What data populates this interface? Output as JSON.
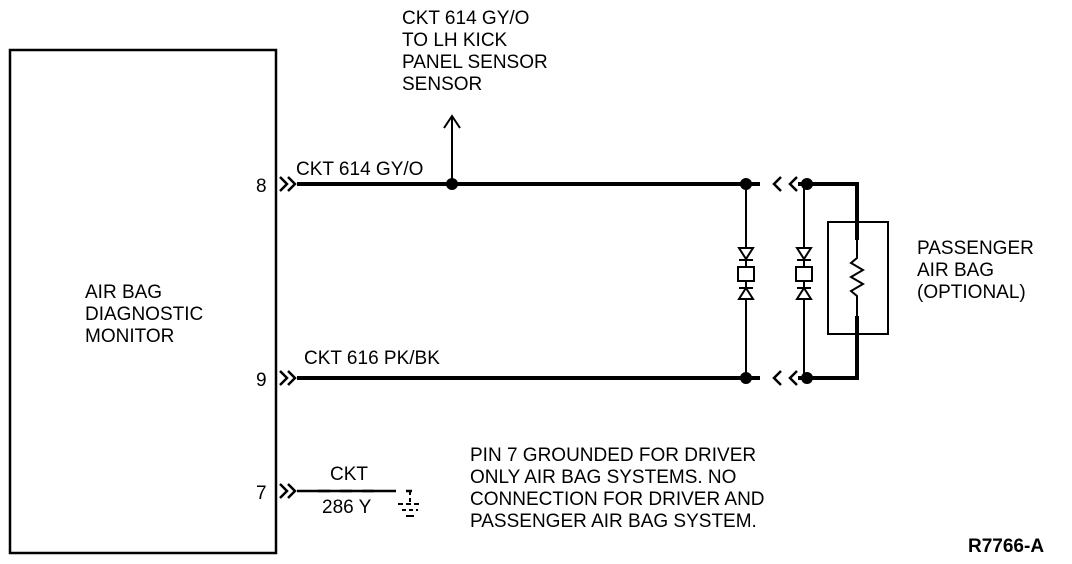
{
  "monitor": {
    "lines": [
      "AIR BAG",
      "DIAGNOSTIC",
      "MONITOR"
    ]
  },
  "pins": {
    "pin8": "8",
    "pin9": "9",
    "pin7": "7"
  },
  "circuits": {
    "top_wire_label": "CKT 614 GY/O",
    "bottom_wire_label": "CKT 616 PK/BK",
    "pin7_label_line1": "CKT",
    "pin7_label_line2": "286 Y"
  },
  "kick_panel_note": {
    "lines": [
      "CKT 614 GY/O",
      "TO LH KICK",
      "PANEL SENSOR",
      "SENSOR"
    ]
  },
  "passenger_airbag": {
    "lines": [
      "PASSENGER",
      "AIR BAG",
      "(OPTIONAL)"
    ]
  },
  "pin7_note": {
    "lines": [
      "PIN 7 GROUNDED FOR DRIVER",
      "ONLY AIR BAG SYSTEMS. NO",
      "CONNECTION FOR DRIVER AND",
      "PASSENGER AIR BAG SYSTEM."
    ]
  },
  "figure_code": "R7766-A"
}
